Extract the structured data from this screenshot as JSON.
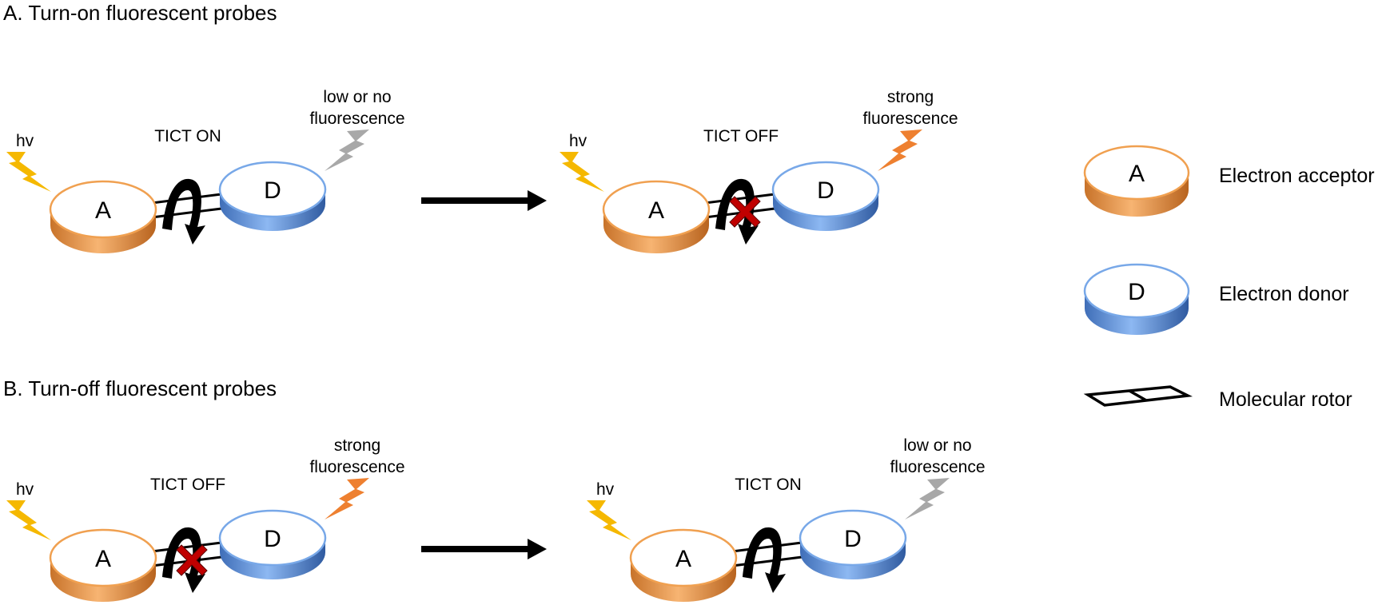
{
  "panels": [
    {
      "id": "A",
      "title": "A. Turn-on fluorescent probes",
      "states": [
        {
          "excitation_label": "hv",
          "tict_label": "TICT ON",
          "tict_active": true,
          "emission_label_line1": "low or no",
          "emission_label_line2": "fluorescence",
          "emission_color": "gray"
        },
        {
          "excitation_label": "hv",
          "tict_label": "TICT OFF",
          "tict_active": false,
          "emission_label_line1": "strong",
          "emission_label_line2": "fluorescence",
          "emission_color": "orange"
        }
      ]
    },
    {
      "id": "B",
      "title": "B. Turn-off fluorescent probes",
      "states": [
        {
          "excitation_label": "hv",
          "tict_label": "TICT OFF",
          "tict_active": false,
          "emission_label_line1": "strong",
          "emission_label_line2": "fluorescence",
          "emission_color": "orange"
        },
        {
          "excitation_label": "hv",
          "tict_label": "TICT ON",
          "tict_active": true,
          "emission_label_line1": "low or no",
          "emission_label_line2": "fluorescence",
          "emission_color": "gray"
        }
      ]
    }
  ],
  "disk_letters": {
    "acceptor": "A",
    "donor": "D"
  },
  "legend": [
    {
      "symbol": "acceptor-disk",
      "letter": "A",
      "label": "Electron acceptor"
    },
    {
      "symbol": "donor-disk",
      "letter": "D",
      "label": "Electron donor"
    },
    {
      "symbol": "rotor",
      "letter": "",
      "label": "Molecular rotor"
    }
  ],
  "colors": {
    "acceptor": "#f0a050",
    "acceptor_dark": "#c8732a",
    "donor": "#78a8e8",
    "donor_dark": "#3f6eb8",
    "excitation_bolt": "#f5b800",
    "emission_strong": "#ee8030",
    "emission_weak": "#a8a8a8",
    "block_x": "#c00000"
  }
}
